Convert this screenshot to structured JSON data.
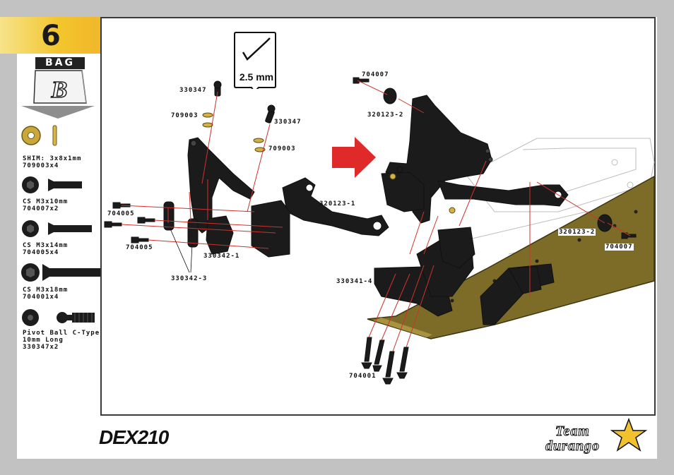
{
  "step": {
    "number": "6"
  },
  "bag": {
    "label": "BAG",
    "letter": "B"
  },
  "tool": {
    "size": "2.5 mm",
    "icon": "hex-key-icon"
  },
  "parts": [
    {
      "name": "SHIM: 3x8x1mm",
      "code": "709003x4",
      "icon": "shim-washer-icon"
    },
    {
      "name": "CS M3x10mm",
      "code": "704007x2",
      "icon": "countersunk-screw-icon"
    },
    {
      "name": "CS M3x14mm",
      "code": "704005x4",
      "icon": "countersunk-screw-icon"
    },
    {
      "name": "CS M3x18mm",
      "code": "704001x4",
      "icon": "countersunk-screw-icon"
    },
    {
      "name": "Pivot Ball C-Type\n10mm Long",
      "code": "330347x2",
      "icon": "pivot-ball-icon"
    }
  ],
  "callouts": {
    "c330347a": "330347",
    "c709003a": "709003",
    "c330347b": "330347",
    "c709003b": "709003",
    "c704005a": "704005",
    "c704005b": "704005",
    "c320123_1": "320123-1",
    "c330342_1": "330342-1",
    "c330342_3": "330342-3",
    "c704007a": "704007",
    "c320123_2a": "320123-2",
    "c320123_2b": "320123-2",
    "c704007b": "704007",
    "c330341_4": "330341-4",
    "c704001": "704001"
  },
  "brand": {
    "model_logo": "DEX210",
    "team_logo_line1": "Team",
    "team_logo_line2": "durango"
  },
  "colors": {
    "accent": "#f2c12e",
    "arrow": "#e02a2a",
    "chassis": "#8a7a2a",
    "parts": "#1a1a1a"
  }
}
